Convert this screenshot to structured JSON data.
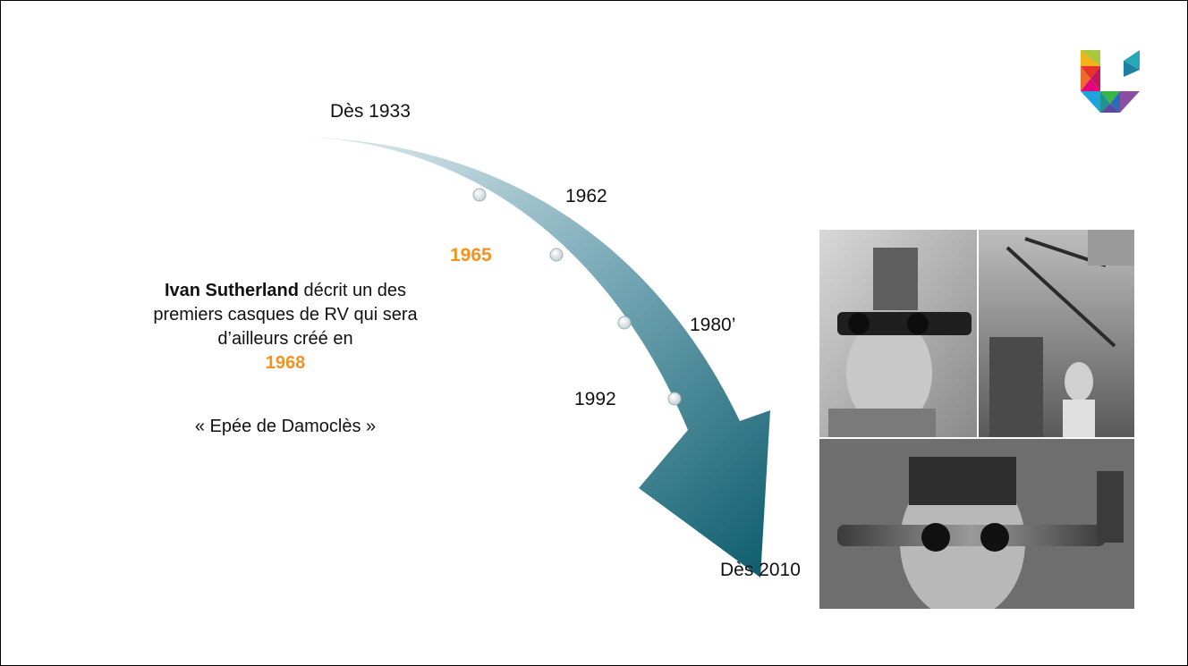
{
  "timeline": {
    "labels": {
      "y1933": "Dès 1933",
      "y1962": "1962",
      "y1965": "1965",
      "y1980": "1980’",
      "y1992": "1992",
      "y2010": "Dès 2010"
    },
    "description": {
      "name": "Ivan Sutherland",
      "text": " décrit un des premiers casques de RV qui sera d’ailleurs créé en ",
      "year": "1968"
    },
    "quote": "« Epée de Damoclès »"
  },
  "colors": {
    "accent": "#f5921e",
    "arrow_light": "#dfe9ed",
    "arrow_dark": "#0c5c6c"
  },
  "images": {
    "photo_panel": "black-and-white photos of Sutherland head-mounted display",
    "logo": "colorful-geometric-logo"
  }
}
